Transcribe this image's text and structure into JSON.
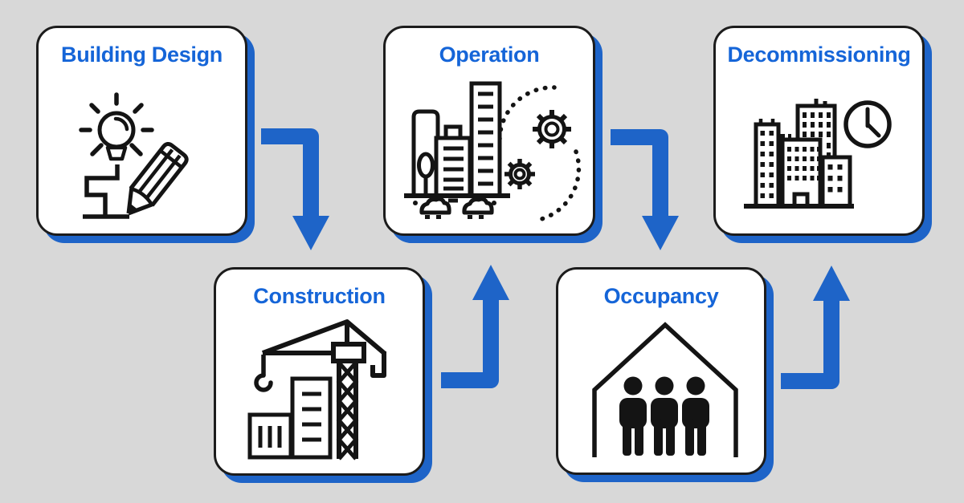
{
  "diagram": {
    "type": "flow-diagram",
    "stages": [
      {
        "label": "Building Design",
        "icon": "lightbulb-pencil-icon"
      },
      {
        "label": "Construction",
        "icon": "tower-crane-icon"
      },
      {
        "label": "Operation",
        "icon": "city-gears-icon"
      },
      {
        "label": "Occupancy",
        "icon": "house-people-icon"
      },
      {
        "label": "Decommissioning",
        "icon": "buildings-clock-icon"
      }
    ],
    "arrows": [
      {
        "from": "Building Design",
        "to": "Construction",
        "direction": "right-then-down"
      },
      {
        "from": "Construction",
        "to": "Operation",
        "direction": "right-then-up"
      },
      {
        "from": "Operation",
        "to": "Occupancy",
        "direction": "right-then-down"
      },
      {
        "from": "Occupancy",
        "to": "Decommissioning",
        "direction": "right-then-up"
      }
    ]
  },
  "colors": {
    "background": "#d8d8d8",
    "box_fill": "#ffffff",
    "box_border": "#1c1c1c",
    "accent_text": "#1565d8",
    "accent_arrow": "#1e64c8",
    "icon_ink": "#141414"
  }
}
